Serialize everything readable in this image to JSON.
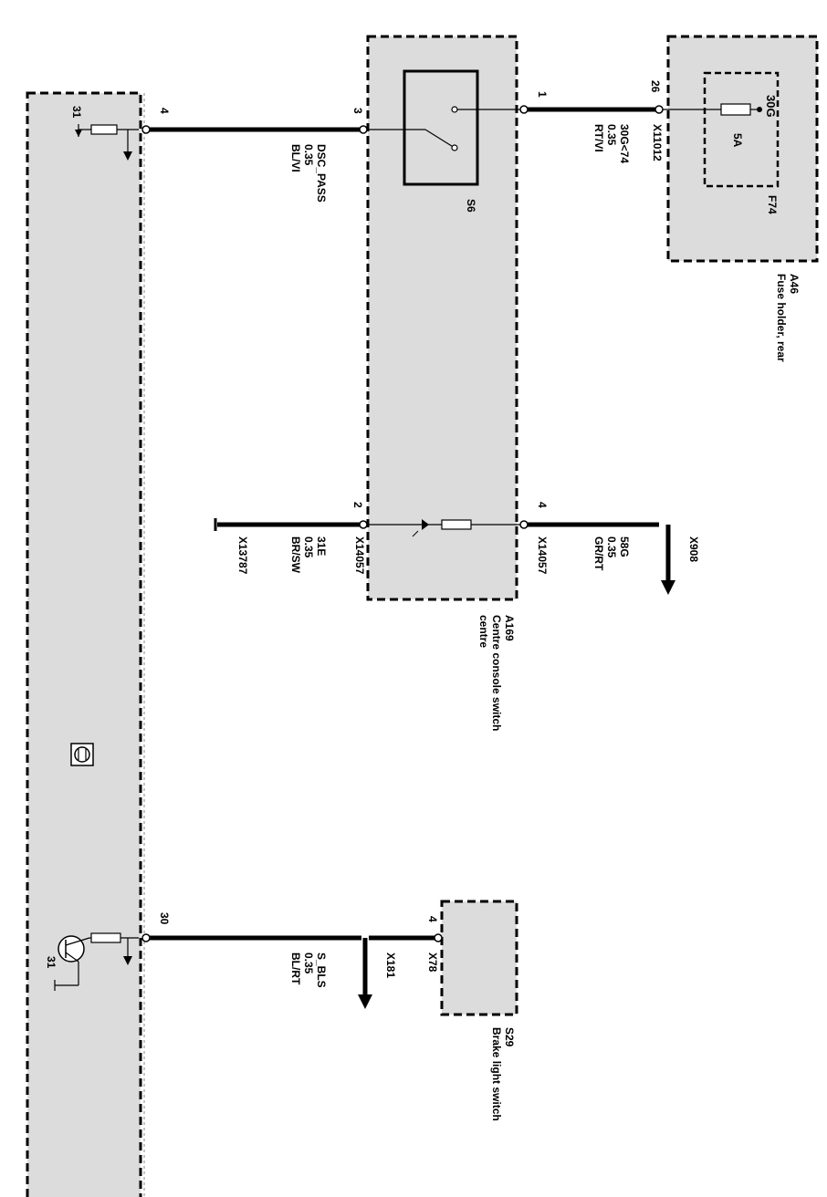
{
  "components": {
    "fuse_holder": {
      "id": "A46",
      "name": "Fuse holder, rear",
      "fuse_id": "F74",
      "fuse_rating": "5A",
      "terminal": "30G"
    },
    "centre_console": {
      "id": "A169",
      "name_line1": "Centre console switch",
      "name_line2": "centre",
      "switch_id": "S6"
    },
    "brake_switch": {
      "id": "S29",
      "name": "Brake light switch"
    }
  },
  "pins": {
    "fuse_out": "26",
    "s6_in": "1",
    "s6_out": "3",
    "ecu_dsc": "4",
    "cc_ground": "2",
    "cc_supply": "4",
    "brake_out": "4",
    "ecu_bls": "30",
    "ecu_gnd_top": "31",
    "ecu_gnd_bottom": "31"
  },
  "connectors": {
    "x11012": "X11012",
    "x14057_supply": "X14057",
    "x14057_ground": "X14057",
    "x13787": "X13787",
    "x908": "X908",
    "x78": "X78",
    "x181": "X181"
  },
  "wires": {
    "supply_30g": {
      "signal": "30G<74",
      "gauge": "0.35",
      "color": "RT/VI"
    },
    "dsc_pass": {
      "signal": "DSC_PASS",
      "gauge": "0.35",
      "color": "BL/VI"
    },
    "lamp_ground": {
      "signal": "31E",
      "gauge": "0.35",
      "color": "BR/SW"
    },
    "lamp_supply": {
      "signal": "58G",
      "gauge": "0.35",
      "color": "GR/RT"
    },
    "brake_signal": {
      "signal": "S_BLS",
      "gauge": "0.35",
      "color": "BL/RT"
    }
  },
  "colors": {
    "box_fill": "#dcdcdc",
    "line": "#000000",
    "background": "#ffffff"
  }
}
